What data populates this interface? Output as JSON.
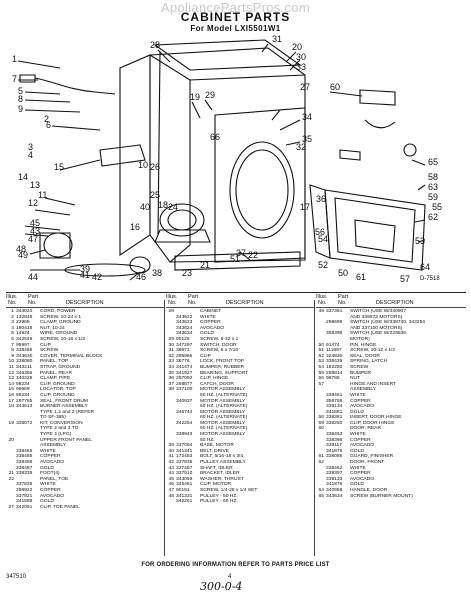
{
  "watermark": "AppliancePartsPros.com",
  "title": "CABINET PARTS",
  "subtitle": "For Model LXI5501W1",
  "diagram_ref": "D-7518",
  "callouts": [
    "28",
    "31",
    "20",
    "30",
    "33",
    "1",
    "7",
    "5",
    "8",
    "9",
    "6",
    "2",
    "19",
    "29",
    "27",
    "34",
    "35",
    "32",
    "60",
    "65",
    "63",
    "66",
    "62",
    "58",
    "36",
    "59",
    "17",
    "26",
    "3",
    "15",
    "4",
    "14",
    "10",
    "13",
    "11",
    "12",
    "24",
    "40",
    "18",
    "25",
    "16",
    "22",
    "37",
    "21",
    "23",
    "56",
    "54",
    "45",
    "43",
    "47",
    "48",
    "49",
    "51",
    "61",
    "50",
    "52",
    "46",
    "55",
    "44",
    "53",
    "41",
    "39",
    "42",
    "64",
    "38",
    "57"
  ],
  "table": {
    "headers": {
      "illus": "Illus.",
      "no": "No.",
      "part": "Part",
      "part_no": "No.",
      "description": "DESCRIPTION"
    },
    "col1": [
      {
        "no": "1",
        "part": "344020",
        "desc": "CORD, POWER"
      },
      {
        "no": "2",
        "part": "132848",
        "desc": "SCREW, 10-24 x 1"
      },
      {
        "no": "3",
        "part": "22968",
        "desc": "CLAMP, GROUND"
      },
      {
        "no": "4",
        "part": "180418",
        "desc": "NUT, 10-24"
      },
      {
        "no": "5",
        "part": "14924",
        "desc": "WIRE, GROUND"
      },
      {
        "no": "6",
        "part": "342549",
        "desc": "SCREW, 10-16 x 1/2"
      },
      {
        "no": "7",
        "part": "98997",
        "desc": "CLIP"
      },
      {
        "no": "8",
        "part": "338486",
        "desc": "SCREW"
      },
      {
        "no": "9",
        "part": "343630",
        "desc": "COVER, TERMINAL BLOCK"
      },
      {
        "no": "10",
        "part": "338080",
        "desc": "PANEL, TOP"
      },
      {
        "no": "11",
        "part": "343211",
        "desc": "STRAP, GROUND"
      },
      {
        "no": "12",
        "part": "346366",
        "desc": "PANEL, REAR"
      },
      {
        "no": "13",
        "part": "340229",
        "desc": "CLAMP, PIPE"
      },
      {
        "no": "14",
        "part": "98234",
        "desc": "CLIP, GROUND"
      },
      {
        "no": "15",
        "part": "99669",
        "desc": "LOCATOR, TOP"
      },
      {
        "no": "16",
        "part": "98234",
        "desc": "CLIP, GROUND"
      },
      {
        "no": "17",
        "part": "297785",
        "desc": "SEAL, FRONT DRUM"
      },
      {
        "no": "18",
        "part": "343513",
        "desc": "BURNER ASSEMBLY"
      },
      {
        "no": "",
        "part": "",
        "desc": "TYPE 1,2 and 3 (REFER"
      },
      {
        "no": "",
        "part": "",
        "desc": "TO SF-365)"
      },
      {
        "no": "19",
        "part": "338072",
        "desc": "KIT, CONVERSION"
      },
      {
        "no": "",
        "part": "",
        "desc": "TYPE 2 and 3 TO"
      },
      {
        "no": "",
        "part": "",
        "desc": "TYPE 4 (LPG)"
      },
      {
        "no": "20",
        "part": "",
        "desc": "UPPER FRONT PANEL"
      },
      {
        "no": "",
        "part": "",
        "desc": "ASSEMBLY"
      },
      {
        "no": "",
        "part": "338465",
        "desc": "WHITE"
      },
      {
        "no": "",
        "part": "338485",
        "desc": "COPPER"
      },
      {
        "no": "",
        "part": "338486",
        "desc": "AVOCADO"
      },
      {
        "no": "",
        "part": "338487",
        "desc": "GOLD"
      },
      {
        "no": "21",
        "part": "338335",
        "desc": "FOOT(4)"
      },
      {
        "no": "22",
        "part": "",
        "desc": "PANEL, TOE"
      },
      {
        "no": "",
        "part": "337835",
        "desc": "WHITE"
      },
      {
        "no": "",
        "part": "298922",
        "desc": "COPPER"
      },
      {
        "no": "",
        "part": "337821",
        "desc": "AVOCADO"
      },
      {
        "no": "",
        "part": "341888",
        "desc": "GOLD"
      },
      {
        "no": "27",
        "part": "342061",
        "desc": "CLIP, TOE PANEL"
      }
    ],
    "col2": [
      {
        "no": "28",
        "part": "",
        "desc": "CABINET"
      },
      {
        "no": "",
        "part": "343622",
        "desc": "WHITE"
      },
      {
        "no": "",
        "part": "343623",
        "desc": "COPPER"
      },
      {
        "no": "",
        "part": "343624",
        "desc": "AVOCADO"
      },
      {
        "no": "",
        "part": "343634",
        "desc": "GOLD"
      },
      {
        "no": "29",
        "part": "90129",
        "desc": "SCREW, 6-32 x 1"
      },
      {
        "no": "30",
        "part": "347297",
        "desc": "SWITCH, DOOR"
      },
      {
        "no": "31",
        "part": "38671",
        "desc": "SCREW, 6 x 7/16"
      },
      {
        "no": "32",
        "part": "295965",
        "desc": "CLIP"
      },
      {
        "no": "33",
        "part": "38776",
        "desc": "LOCK, FRONT TOP"
      },
      {
        "no": "34",
        "part": "341474",
        "desc": "BUMPER, RUBBER"
      },
      {
        "no": "35",
        "part": "341927",
        "desc": "BEARING, SUPPORT"
      },
      {
        "no": "36",
        "part": "297092",
        "desc": "CLIP, HINGE"
      },
      {
        "no": "37",
        "part": "258877",
        "desc": "CATCH, DOOR"
      },
      {
        "no": "38",
        "part": "337100",
        "desc": "MOTOR ASSEMBLY"
      },
      {
        "no": "",
        "part": "",
        "desc": "60 HZ. (ALTERNATE)"
      },
      {
        "no": "",
        "part": "340937",
        "desc": "MOTOR ASSEMBLY"
      },
      {
        "no": "",
        "part": "",
        "desc": "60 HZ. (ALTERNATE)"
      },
      {
        "no": "",
        "part": "346744",
        "desc": "MOTOR ASSEMBLY"
      },
      {
        "no": "",
        "part": "",
        "desc": "60 HZ. (ALTERNATE)"
      },
      {
        "no": "",
        "part": "342254",
        "desc": "MOTOR ASSEMBLY"
      },
      {
        "no": "",
        "part": "",
        "desc": "60 HZ. (ALTERNATE)"
      },
      {
        "no": "",
        "part": "338943",
        "desc": "MOTOR ASSEMBLY"
      },
      {
        "no": "",
        "part": "",
        "desc": "50 HZ."
      },
      {
        "no": "39",
        "part": "337094",
        "desc": "BASE, MOTOR"
      },
      {
        "no": "40",
        "part": "341341",
        "desc": "BELT, DRIVE"
      },
      {
        "no": "41",
        "part": "172453",
        "desc": "BOLT, 5/16-18 x 3/4"
      },
      {
        "no": "42",
        "part": "337835",
        "desc": "PULLEY ASSEMBLY"
      },
      {
        "no": "43",
        "part": "337467",
        "desc": "SHAFT, IDLER"
      },
      {
        "no": "44",
        "part": "337510",
        "desc": "BRACKET, IDLER"
      },
      {
        "no": "45",
        "part": "343059",
        "desc": "WASHER, THRUST"
      },
      {
        "no": "46",
        "part": "345461",
        "desc": "CLIP, MOTOR"
      },
      {
        "no": "47",
        "part": "90191",
        "desc": "SCREW, 1/4-28 x 1/4 SET"
      },
      {
        "no": "48",
        "part": "341331",
        "desc": "PULLEY - 50 HZ."
      },
      {
        "no": "",
        "part": "342261",
        "desc": "PULLEY - 60 HZ."
      }
    ],
    "col3": [
      {
        "no": "49",
        "part": "337361",
        "desc": "SWITCH (USE W/340907"
      },
      {
        "no": "",
        "part": "",
        "desc": "AND 339672 MOTORS)"
      },
      {
        "no": "",
        "part": "298699",
        "desc": "SWITCH (USE W/338740, 343254"
      },
      {
        "no": "",
        "part": "",
        "desc": "AND 337100 MOTORS)"
      },
      {
        "no": "",
        "part": "358399",
        "desc": "SWITCH (USE W/229635"
      },
      {
        "no": "",
        "part": "",
        "desc": "MOTOR)"
      },
      {
        "no": "50",
        "part": "91474",
        "desc": "PIN, HINGE"
      },
      {
        "no": "51",
        "part": "111897",
        "desc": "SCREW, 10-12 x 1/2"
      },
      {
        "no": "52",
        "part": "324830",
        "desc": "SEAL, DOOR"
      },
      {
        "no": "53",
        "part": "338439",
        "desc": "SPRING, LATCH"
      },
      {
        "no": "54",
        "part": "182280",
        "desc": "SCREW"
      },
      {
        "no": "55",
        "part": "258814",
        "desc": "BUMPER"
      },
      {
        "no": "56",
        "part": "98788",
        "desc": "NUT"
      },
      {
        "no": "57",
        "part": "",
        "desc": "HINGE AND INSERT"
      },
      {
        "no": "",
        "part": "",
        "desc": "ASSEMBLY"
      },
      {
        "no": "",
        "part": "338461",
        "desc": "WHITE"
      },
      {
        "no": "",
        "part": "358795",
        "desc": "COPPER"
      },
      {
        "no": "",
        "part": "339134",
        "desc": "AVOCADO"
      },
      {
        "no": "",
        "part": "341881",
        "desc": "GOLD"
      },
      {
        "no": "58",
        "part": "338361",
        "desc": "INSERT, DOOR HINGE"
      },
      {
        "no": "59",
        "part": "338250",
        "desc": "CLIP, DOOR HINGE"
      },
      {
        "no": "60",
        "part": "",
        "desc": "DOOR, REAR"
      },
      {
        "no": "",
        "part": "338463",
        "desc": "WHITE"
      },
      {
        "no": "",
        "part": "338396",
        "desc": "COPPER"
      },
      {
        "no": "",
        "part": "339117",
        "desc": "AVOCADO"
      },
      {
        "no": "",
        "part": "341879",
        "desc": "GOLD"
      },
      {
        "no": "61",
        "part": "338086",
        "desc": "GUARD, FINISHER"
      },
      {
        "no": "62",
        "part": "",
        "desc": "DOOR, FRONT"
      },
      {
        "no": "",
        "part": "338462",
        "desc": "WHITE"
      },
      {
        "no": "",
        "part": "338397",
        "desc": "COPPER"
      },
      {
        "no": "",
        "part": "339133",
        "desc": "AVOCADO"
      },
      {
        "no": "",
        "part": "341876",
        "desc": "GOLD"
      },
      {
        "no": "64",
        "part": "340958",
        "desc": "HANDLE, DOOR"
      },
      {
        "no": "65",
        "part": "343634",
        "desc": "SCREW (BURNER MOUNT)"
      }
    ]
  },
  "footer_note": "FOR ORDERING INFORMATION REFER TO PARTS PRICE LIST",
  "doc_number": "347510",
  "page_number": "4",
  "handwritten_note": "300-0-4"
}
